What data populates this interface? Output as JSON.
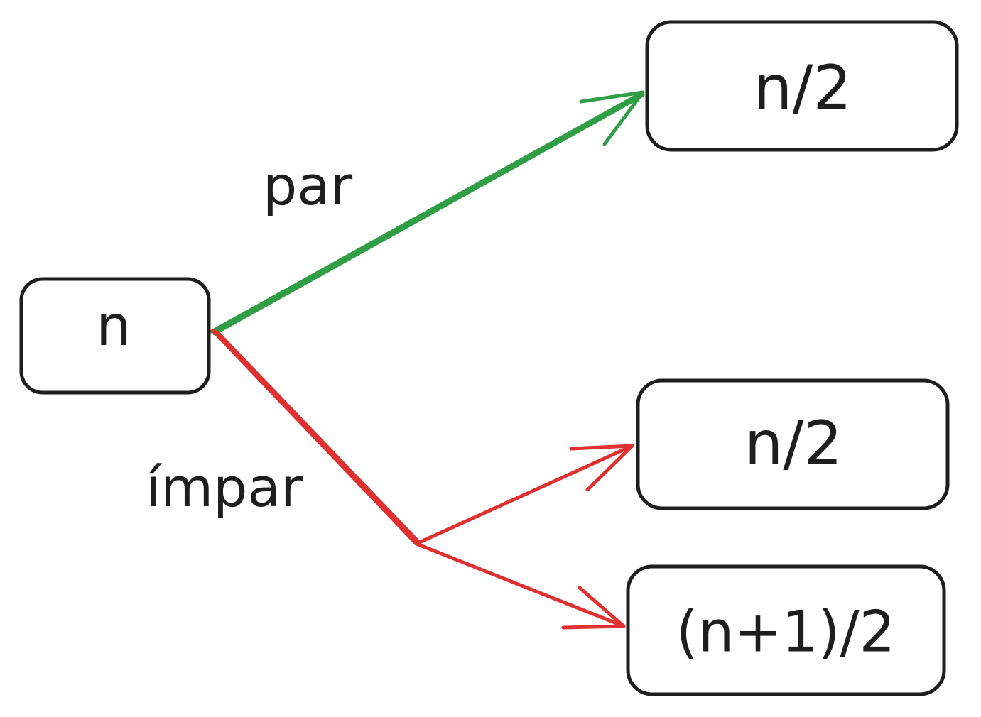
{
  "nodes": {
    "source": {
      "label": "n"
    },
    "even_result": {
      "label": "n/2"
    },
    "odd_result_a": {
      "label": "n/2"
    },
    "odd_result_b": {
      "label": "(n+1)/2"
    }
  },
  "edges": {
    "even": {
      "label": "par",
      "color": "#2f9e44"
    },
    "odd": {
      "label": "ímpar",
      "color": "#e03131"
    }
  },
  "colors": {
    "stroke": "#1e1e1e",
    "background": "#ffffff"
  }
}
